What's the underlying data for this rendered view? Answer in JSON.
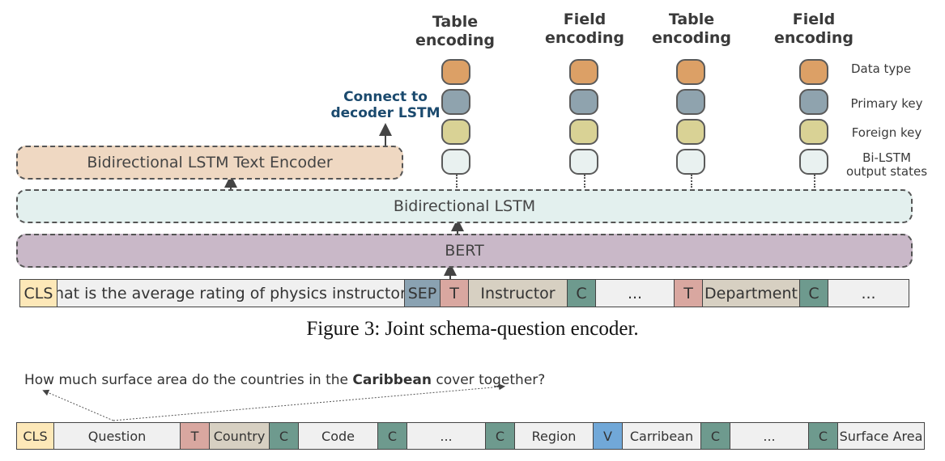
{
  "columns": [
    {
      "title_line1": "Table",
      "title_line2": "encoding"
    },
    {
      "title_line1": "Field",
      "title_line2": "encoding"
    },
    {
      "title_line1": "Table",
      "title_line2": "encoding"
    },
    {
      "title_line1": "Field",
      "title_line2": "encoding"
    }
  ],
  "legend": {
    "data_type": "Data type",
    "primary_key": "Primary key",
    "foreign_key": "Foreign key",
    "bilstm_line1": "Bi-LSTM",
    "bilstm_line2": "output states"
  },
  "connect": {
    "line1": "Connect to",
    "line2": "decoder LSTM"
  },
  "layers": {
    "text_encoder": "Bidirectional LSTM Text Encoder",
    "bilstm": "Bidirectional LSTM",
    "bert": "BERT"
  },
  "tokens_top": [
    "CLS",
    "What is the average rating of physics instructors?",
    "SEP",
    "T",
    "Instructor",
    "C",
    "...",
    "T",
    "Department",
    "C",
    "..."
  ],
  "caption": "Figure 3: Joint schema-question encoder.",
  "question2": {
    "before": "How much surface area do the countries in the ",
    "bold": "Caribbean",
    "after": " cover together?"
  },
  "tokens_bottom": [
    "CLS",
    "Question",
    "T",
    "Country",
    "C",
    "Code",
    "C",
    "...",
    "C",
    "Region",
    "V",
    "Carribean",
    "C",
    "...",
    "C",
    "Surface Area"
  ],
  "colors": {
    "data_type": "#dca066",
    "primary_key": "#8fa3ae",
    "foreign_key": "#d9d295",
    "bilstm_out": "#e9f1f0",
    "text_encoder": "#efd8c2",
    "bilstm_layer": "#e3f0ee",
    "bert_layer": "#c9b8c8",
    "connect_text": "#1b4a6e"
  }
}
